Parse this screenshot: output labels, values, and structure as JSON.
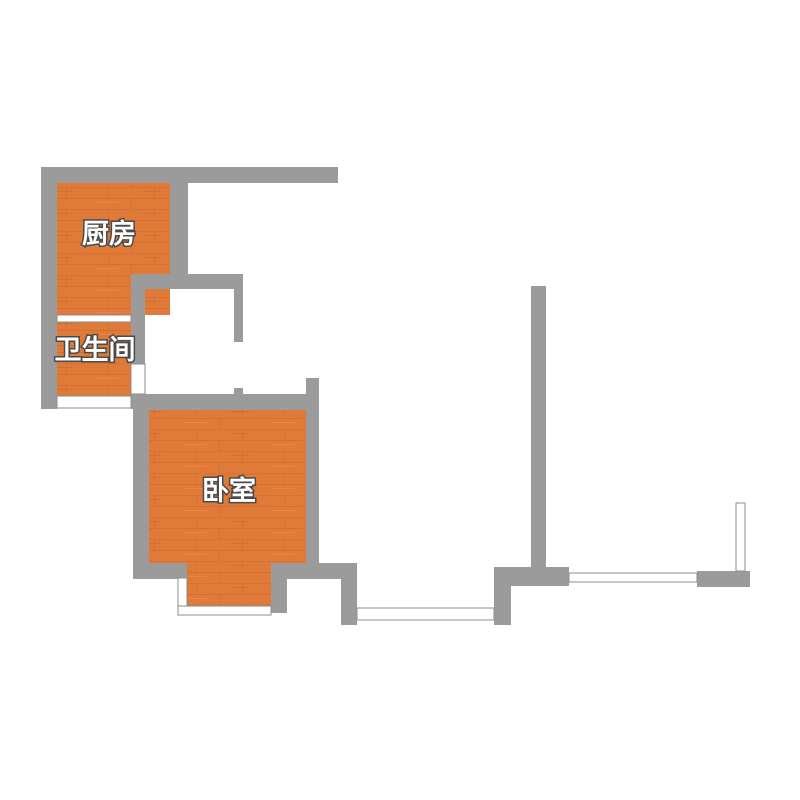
{
  "rooms": {
    "kitchen": {
      "label": "厨房"
    },
    "bathroom": {
      "label": "卫生间"
    },
    "bedroom": {
      "label": "卧室"
    }
  },
  "colors": {
    "wall": "#9b9b9b",
    "floor": "#e07a38",
    "floor_dark": "#c9652a",
    "window": "#ffffff",
    "window_stroke": "#8c8c8c",
    "background": "#ffffff"
  }
}
